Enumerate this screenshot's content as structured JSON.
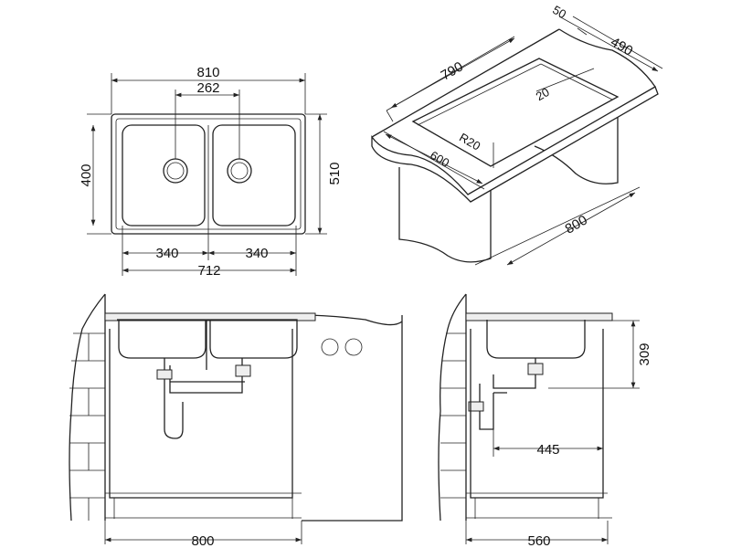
{
  "top_view": {
    "width_810": "810",
    "drain_spacing_262": "262",
    "depth_400": "400",
    "depth_510": "510",
    "bowl_left_340": "340",
    "bowl_right_340": "340",
    "inner_712": "712"
  },
  "iso_view": {
    "lip_50": "50",
    "depth_490": "490",
    "length_790": "790",
    "margin_20": "20",
    "radius_r20": "R20",
    "depth_600": "600",
    "cabinet_800": "800"
  },
  "front_view": {
    "cabinet_800": "800"
  },
  "side_view": {
    "height_309": "309",
    "drain_offset_445": "445",
    "cabinet_560": "560"
  }
}
